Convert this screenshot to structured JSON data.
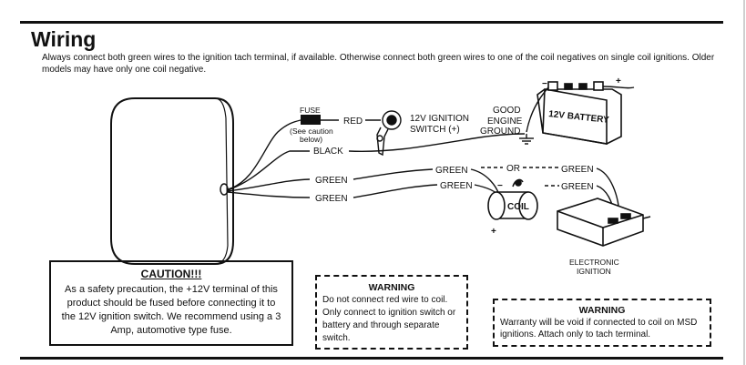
{
  "header": {
    "title": "Wiring",
    "intro": "Always connect both green wires to the ignition tach terminal, if available. Otherwise connect both green wires to one of the coil negatives on single coil ignitions. Older models may have only one coil negative."
  },
  "diagram": {
    "fuse_label": "FUSE",
    "fuse_note_1": "(See caution",
    "fuse_note_2": "below)",
    "red_label": "RED",
    "black_label": "BLACK",
    "green_label_1": "GREEN",
    "green_label_2": "GREEN",
    "green_coil_1": "GREEN",
    "green_coil_2": "GREEN",
    "or_label": "OR",
    "green_msd_1": "GREEN",
    "green_msd_2": "GREEN",
    "ignition_switch_1": "12V IGNITION",
    "ignition_switch_2": "SWITCH (+)",
    "ground_1": "GOOD",
    "ground_2": "ENGINE",
    "ground_3": "GROUND",
    "battery_label": "12V BATTERY",
    "battery_plus": "+",
    "battery_minus": "−",
    "coil_label": "COIL",
    "coil_plus": "+",
    "coil_minus": "−",
    "electronic_1": "ELECTRONIC",
    "electronic_2": "IGNITION"
  },
  "caution": {
    "title": "CAUTION!!!",
    "body": "As a safety precaution, the +12V terminal of this product should be fused before connecting it to the 12V ignition switch.  We recommend using a 3 Amp, automotive type fuse."
  },
  "warning_red": {
    "title": "WARNING",
    "body": "Do not connect red wire to coil.  Only connect to ignition switch or battery and through separate switch."
  },
  "warning_msd": {
    "title": "WARNING",
    "body": "Warranty will be void if connected to coil on MSD ignitions. Attach  only to tach terminal."
  }
}
